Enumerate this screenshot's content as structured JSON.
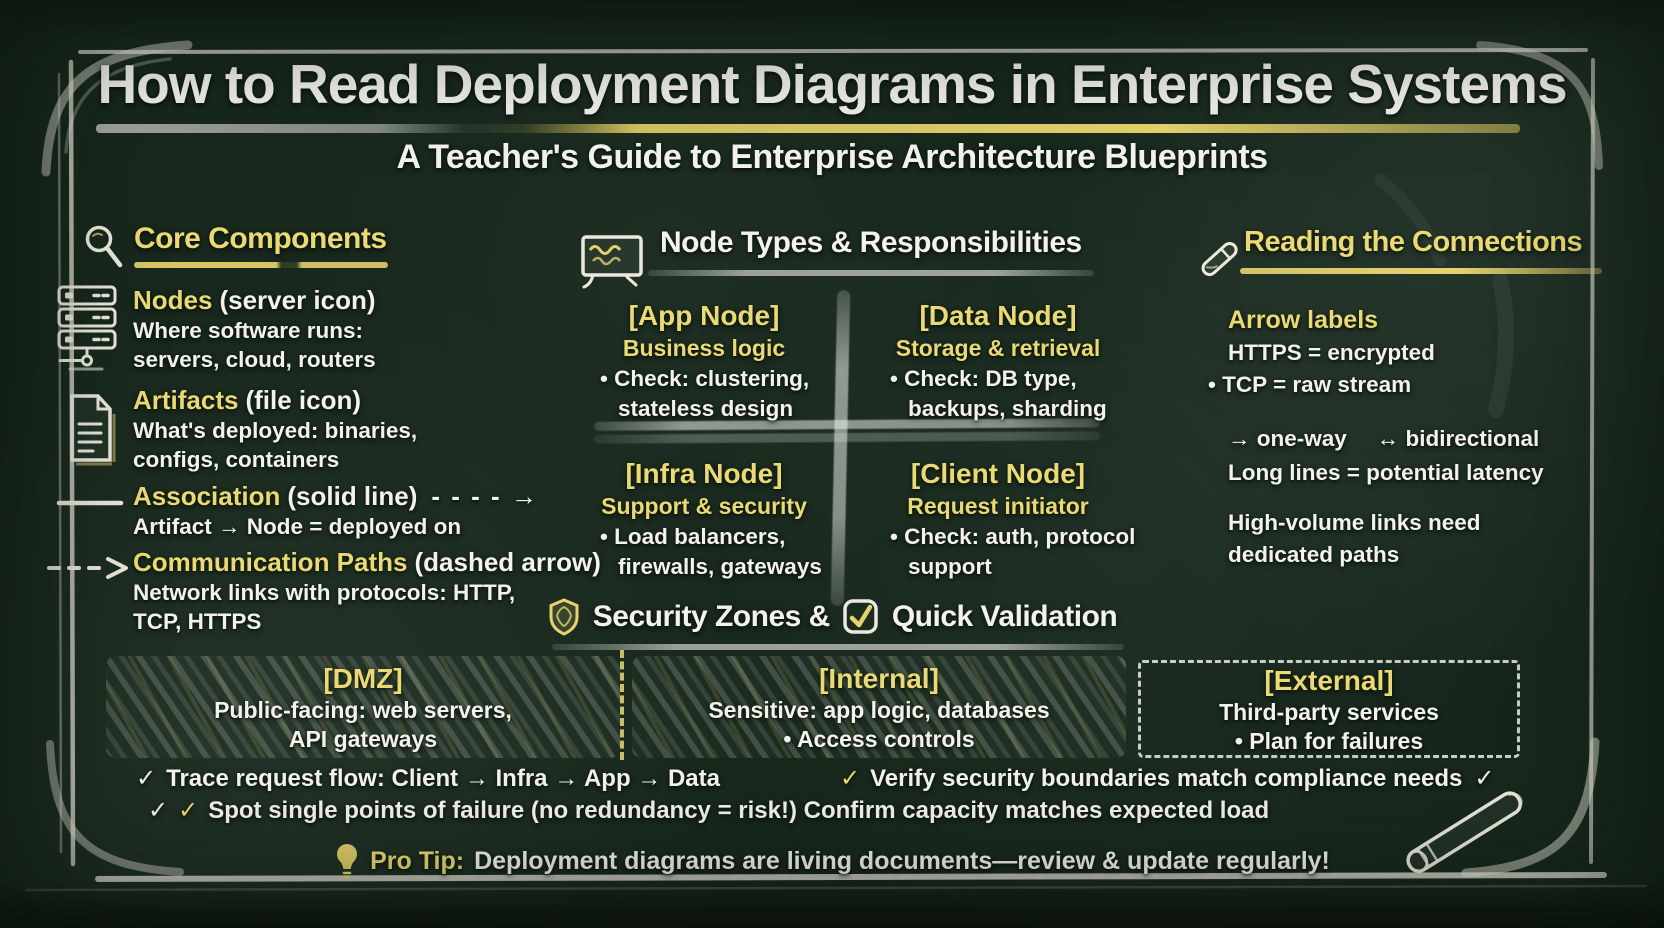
{
  "header": {
    "title": "How to Read Deployment Diagrams in Enterprise Systems",
    "subtitle": "A Teacher's Guide to Enterprise Architecture Blueprints"
  },
  "core": {
    "heading": "Core Components",
    "nodes_term": "Nodes",
    "nodes_qualifier": "(server icon)",
    "nodes_line1": "Where software runs:",
    "nodes_line2": "servers, cloud, routers",
    "artifacts_term": "Artifacts",
    "artifacts_qualifier": "(file icon)",
    "artifacts_line1": "What's deployed: binaries,",
    "artifacts_line2": "configs, containers",
    "association_term": "Association",
    "association_qualifier": "(solid line)",
    "association_arrow": "- - - - →",
    "association_line1": "Artifact → Node = deployed on",
    "comm_term": "Communication Paths",
    "comm_qualifier": "(dashed arrow)",
    "comm_line1": "Network links with protocols: HTTP,",
    "comm_line2": "TCP, HTTPS"
  },
  "nodetypes": {
    "heading": "Node Types & Responsibilities",
    "quadrants": [
      {
        "title": "[App Node]",
        "subtitle": "Business logic",
        "b1": "• Check: clustering,",
        "b2": "stateless design"
      },
      {
        "title": "[Data Node]",
        "subtitle": "Storage & retrieval",
        "b1": "• Check: DB type,",
        "b2": "backups, sharding"
      },
      {
        "title": "[Infra Node]",
        "subtitle": "Support & security",
        "b1": "• Load balancers,",
        "b2": "firewalls, gateways"
      },
      {
        "title": "[Client Node]",
        "subtitle": "Request initiator",
        "b1": "• Check: auth, protocol",
        "b2": "support"
      }
    ]
  },
  "connections": {
    "heading": "Reading the Connections",
    "label_title": "Arrow labels",
    "line1": "HTTPS = encrypted",
    "line2": "• TCP = raw stream",
    "line3a": "→ one-way",
    "line3b": "↔ bidirectional",
    "line4": "Long lines = potential latency",
    "line5": "High-volume links need",
    "line6": "dedicated paths"
  },
  "zones": {
    "heading1": "Security Zones &",
    "heading2": "Quick Validation",
    "dmz_title": "[DMZ]",
    "dmz_line1": "Public-facing: web servers,",
    "dmz_line2": "API gateways",
    "internal_title": "[Internal]",
    "internal_line1": "Sensitive: app logic, databases",
    "internal_line2": "• Access controls",
    "external_title": "[External]",
    "external_line1": "Third-party services",
    "external_line2": "• Plan for failures"
  },
  "checks": {
    "mark": "✓",
    "trace": "Trace request flow: Client → Infra → App → Data",
    "verify": "Verify security boundaries match compliance needs",
    "spot": "Spot single points of failure (no redundancy = risk!) Confirm capacity matches expected load"
  },
  "protip": {
    "label": "Pro Tip:",
    "text": "Deployment diagrams are living documents—review & update regularly!"
  },
  "colors": {
    "board_green": "#2f4c3a",
    "chalk_white": "#f2f1ea",
    "chalk_yellow": "#e9d878"
  }
}
